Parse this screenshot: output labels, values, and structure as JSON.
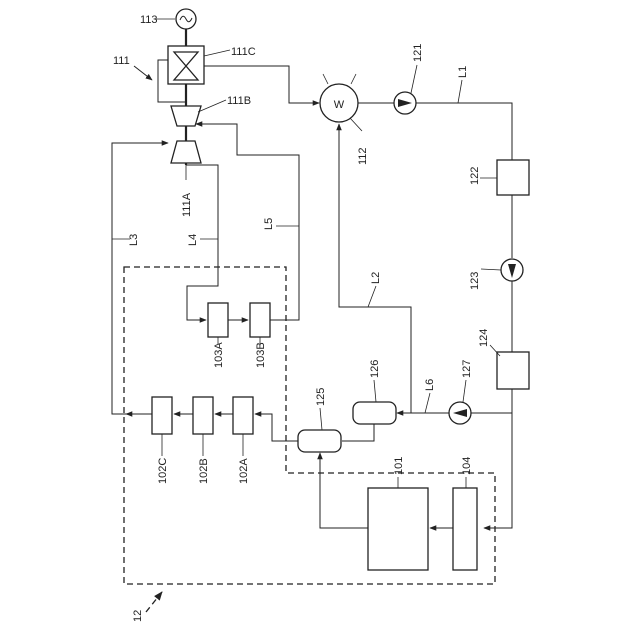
{
  "labels": {
    "n113": "113",
    "n111": "111",
    "n111C": "111C",
    "n111B": "111B",
    "n111A": "111A",
    "n112": "112",
    "n121": "121",
    "n122": "122",
    "n123": "123",
    "n124": "124",
    "n127": "127",
    "n126": "126",
    "n125": "125",
    "n101": "101",
    "n104": "104",
    "n103A": "103A",
    "n103B": "103B",
    "n102A": "102A",
    "n102B": "102B",
    "n102C": "102C",
    "n12": "12",
    "L1": "L1",
    "L2": "L2",
    "L3": "L3",
    "L4": "L4",
    "L5": "L5",
    "L6": "L6",
    "heater_symbol": "W"
  }
}
